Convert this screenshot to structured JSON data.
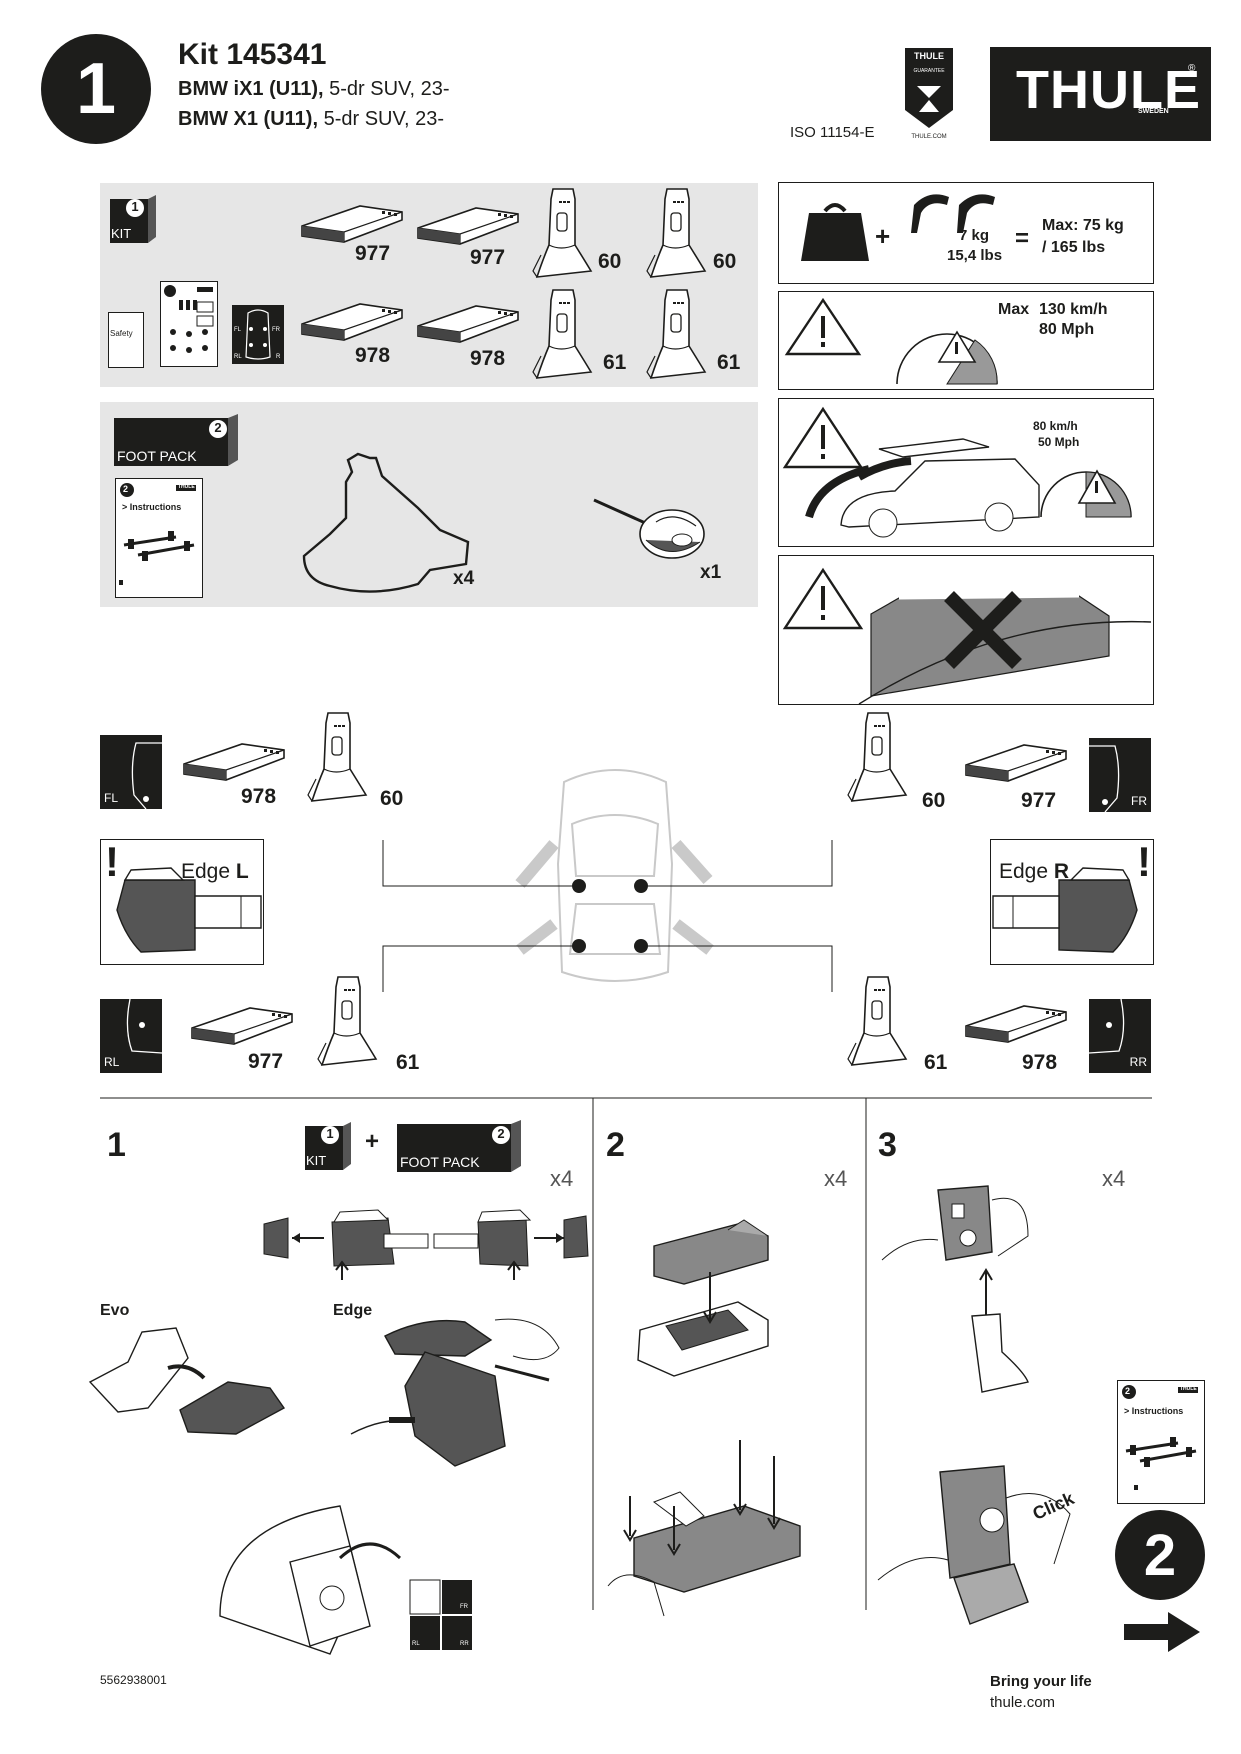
{
  "header": {
    "step_number": "1",
    "kit_title": "Kit 145341",
    "vehicles": [
      {
        "model": "BMW iX1 (U11),",
        "spec": " 5-dr SUV, 23-"
      },
      {
        "model": "BMW X1 (U11),",
        "spec": " 5-dr SUV, 23-"
      }
    ],
    "iso": "ISO 11154-E",
    "guarantee": {
      "brand": "THULE",
      "label": "GUARANTEE",
      "site": "THULE.COM"
    },
    "logo": {
      "brand": "THULE",
      "sub": "SWEDEN",
      "reg": "®"
    }
  },
  "kit_panel": {
    "kit_label": "KIT",
    "kit_num": "1",
    "safety_label": "Safety",
    "parts_top": [
      "977",
      "977",
      "60",
      "60"
    ],
    "parts_bottom": [
      "978",
      "978",
      "61",
      "61"
    ],
    "diagram_corners": [
      "FL",
      "FR",
      "RL",
      "R"
    ]
  },
  "foot_panel": {
    "label": "FOOT PACK",
    "num": "2",
    "booklet_num": "2",
    "booklet_text": "> Instructions",
    "booklet_brand": "THULE",
    "pad_qty": "x4",
    "key_qty": "x1"
  },
  "warnings": {
    "load": {
      "bar_weight": "7 kg",
      "bar_weight_lbs": "15,4 lbs",
      "equals": "=",
      "plus": "+",
      "max_label": "Max: 75 kg",
      "max_lbs": "/ 165 lbs"
    },
    "speed": {
      "max": "Max",
      "kmh": "130 km/h",
      "mph": "80 Mph"
    },
    "load_speed": {
      "kmh": "80 km/h",
      "mph": "50 Mph"
    }
  },
  "positions": {
    "fl": {
      "corner": "FL",
      "pad": "978",
      "foot": "60"
    },
    "fr": {
      "corner": "FR",
      "pad": "977",
      "foot": "60"
    },
    "rl": {
      "corner": "RL",
      "pad": "977",
      "foot": "61"
    },
    "rr": {
      "corner": "RR",
      "pad": "978",
      "foot": "61"
    },
    "edge_l": {
      "text": "Edge ",
      "side": "L"
    },
    "edge_r": {
      "text": "Edge ",
      "side": "R"
    },
    "excl": "!"
  },
  "steps": {
    "s1": {
      "num": "1",
      "kit_label": "KIT",
      "kit_num": "1",
      "plus": "+",
      "foot_label": "FOOT PACK",
      "foot_num": "2",
      "qty": "x4",
      "evo": "Evo",
      "edge": "Edge",
      "mini_corners": [
        "FR",
        "RL",
        "RR"
      ]
    },
    "s2": {
      "num": "2",
      "qty": "x4"
    },
    "s3": {
      "num": "3",
      "qty": "x4",
      "click": "Click",
      "booklet_num": "2",
      "booklet_text": "> Instructions",
      "booklet_brand": "THULE"
    }
  },
  "next": {
    "num": "2"
  },
  "footer": {
    "doc_number": "5562938001",
    "slogan": "Bring your life",
    "site": "thule.com"
  }
}
